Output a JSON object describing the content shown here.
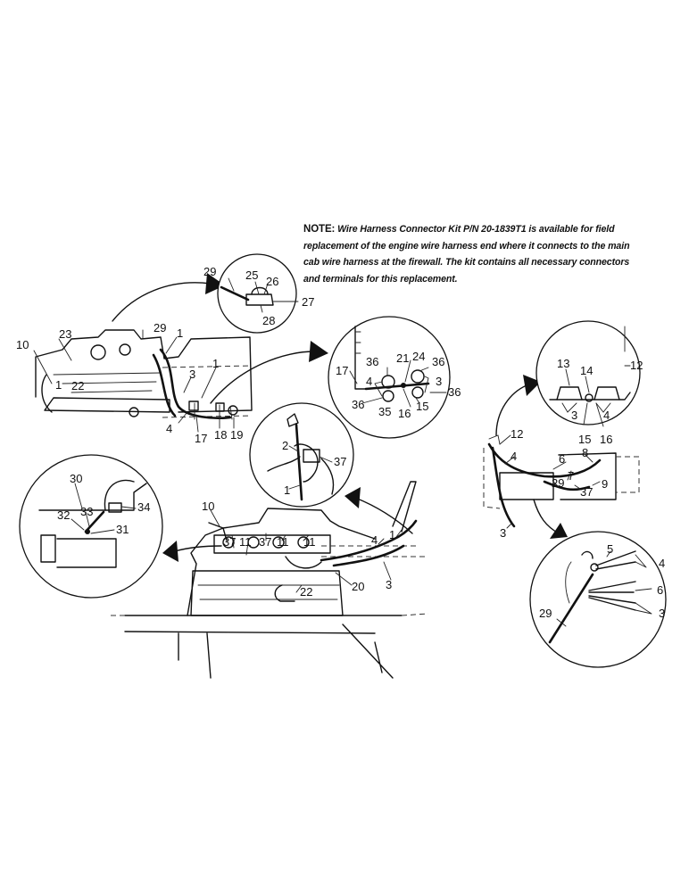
{
  "note": {
    "label": "NOTE:",
    "line1": "Wire Harness Connector Kit P/N 20-1839T1 is available for field",
    "line2": "replacement of the engine wire harness end where it connects to the main",
    "line3": "cab wire harness at the firewall. The kit contains all necessary connectors",
    "line4": "and terminals for this replacement."
  },
  "callouts": {
    "c29a": "29",
    "c25": "25",
    "c26": "26",
    "c27": "27",
    "c28": "28",
    "c10a": "10",
    "c23": "23",
    "c29b": "29",
    "c1a": "1",
    "c22a": "22",
    "c1b": "1",
    "c3a": "3",
    "c1c": "1",
    "c4a": "4",
    "c17a": "17",
    "c18": "18",
    "c19": "19",
    "c36a": "36",
    "c21": "21",
    "c24": "24",
    "c36b": "36",
    "c17b": "17",
    "c4b": "4",
    "c3b": "3",
    "c36c": "36",
    "c36d": "36",
    "c35": "35",
    "c16a": "16",
    "c15a": "15",
    "c13": "13",
    "c14": "14",
    "c12a": "12",
    "c3c": "3",
    "c4c": "4",
    "c15b": "15",
    "c16b": "16",
    "c12b": "12",
    "c4d": "4",
    "c6a": "6",
    "c8": "8",
    "c7": "7",
    "c9": "9",
    "c29c": "29",
    "c37a": "37",
    "c3d": "3",
    "c2": "2",
    "c37b": "37",
    "c1d": "1",
    "c30": "30",
    "c33": "33",
    "c34": "34",
    "c32": "32",
    "c31": "31",
    "c10b": "10",
    "c37c": "37",
    "c11a": "11",
    "c37d": "37",
    "c11b": "11",
    "c11c": "11",
    "c4e": "4",
    "c1e": "1",
    "c3e": "3",
    "c20": "20",
    "c22b": "22",
    "c5": "5",
    "c4f": "4",
    "c6b": "6",
    "c3f": "3",
    "c29d": "29"
  }
}
